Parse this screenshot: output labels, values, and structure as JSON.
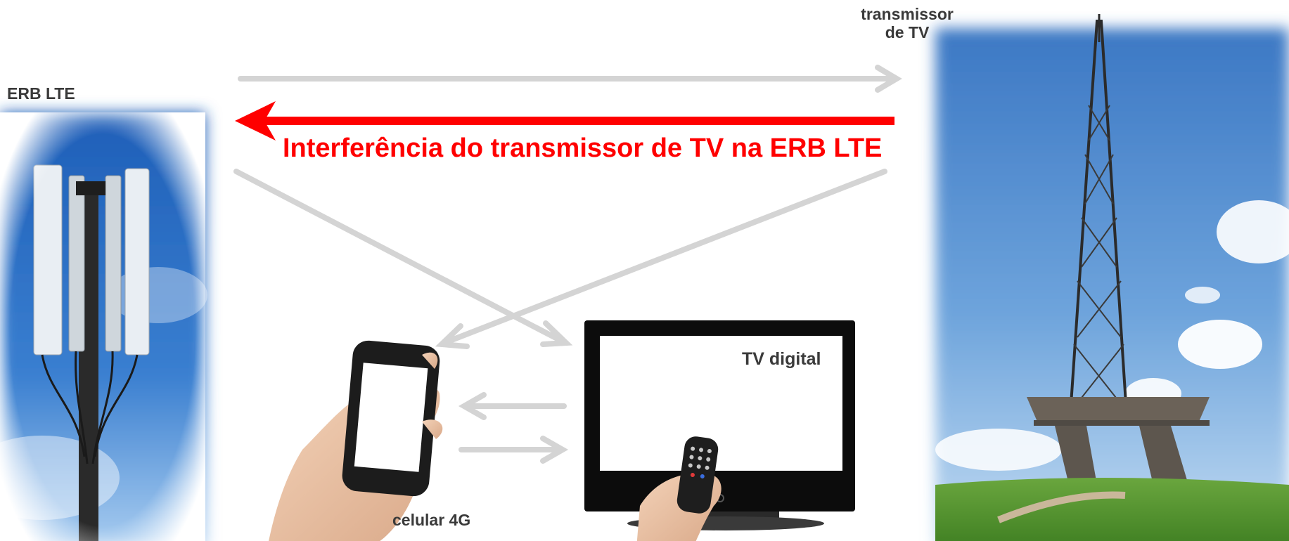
{
  "labels": {
    "erb": "ERB LTE",
    "transmitter": [
      "transmissor",
      "de TV"
    ],
    "interference": "Interferência do transmissor de TV na ERB LTE",
    "tv": "TV digital",
    "phone": "celular 4G"
  },
  "colors": {
    "interference_arrow": "#ff0000",
    "signal_arrow": "#d4d4d4",
    "sky": "#2f6fc0"
  },
  "illustrations": {
    "erb": "cell-tower-antenna-photo",
    "transmitter": "tv-tower-photo",
    "tv": "flat-screen-tv-with-remote",
    "phone": "hand-holding-smartphone"
  }
}
